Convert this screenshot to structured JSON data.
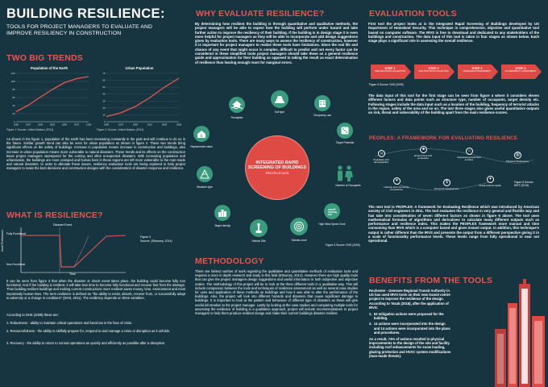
{
  "header": {
    "title": "BUILDING RESILIENCE:",
    "subtitle_line1": "TOOLS FOR PROJECT MANAGERS TO EVALUATE AND",
    "subtitle_line2": "IMPROVE RESILIENCY IN CONSTRUCTION"
  },
  "two_big_trends": {
    "heading": "TWO BIG TRENDS",
    "caption": "Figure 1: Source: United Nations (2014)",
    "caption2": "Figure 2: Source: United Nations (2014)",
    "body": "As shown in the figure 1, population of the earth has been increasing constantly in the past and will continue to do so in the future. Similar growth trend can also be seen for urban population as shown in figure 2. These two trends bring significant effects on the safety of buildings. Increase in population means increase in construction and buildings, also increase in urban population means more vulnerable to natural disasters. These trends and its effects on the construction leave project managers unprepared for the coming and often unexpected disasters. With increasing population and urbanisation, the buildings are more cramped and human lives in these regions are left more vulnerable to the man-made and natural disasters. In order to alleviate these issues, resiliency evaluation tools are being explored to help project managers to make the best decisions and construction designs with the consideration of disaster response and resilience."
  },
  "chart_data": [
    {
      "type": "line",
      "title": "Population of the Earth",
      "x": [
        1950,
        1975,
        2000,
        2025,
        2050,
        2075,
        2100
      ],
      "series": [
        {
          "values": [
            25,
            41,
            61,
            80,
            97,
            107,
            112
          ]
        }
      ],
      "x_ticks": [
        "1950",
        "1975",
        "2000",
        "2025",
        "2050",
        "2075",
        "2100"
      ],
      "y_ticks": [
        "0",
        "20",
        "40",
        "60",
        "80",
        "100",
        "120"
      ],
      "ylim": [
        0,
        120
      ],
      "grid": true,
      "color": "#e8554f"
    },
    {
      "type": "line",
      "title": "Urban Population",
      "x": [
        1950,
        1970,
        1990,
        2010,
        2030,
        2050
      ],
      "series": [
        {
          "values": [
            7.5,
            13,
            22,
            35,
            50,
            63
          ]
        }
      ],
      "x_ticks": [
        "1950",
        "1970",
        "1990",
        "2010",
        "2030",
        "2050"
      ],
      "y_ticks": [
        "0",
        "10",
        "20",
        "30",
        "40",
        "50",
        "60",
        "70"
      ],
      "ylim": [
        0,
        70
      ],
      "grid": true,
      "color": "#e8554f"
    },
    {
      "type": "line",
      "title": "",
      "xlabel": "Time",
      "ylabel": "Asset Performance",
      "annotations": [
        "Disaster Event",
        "Fully Functional",
        "Non-Functional"
      ],
      "caption": "Figure 3 Source: (Ettouney, 2014)"
    }
  ],
  "what_is_resilience": {
    "heading": "WHAT IS RESILIENCE?",
    "disaster_event": "Disaster Event",
    "fully_functional": "Fully Functional",
    "non_functional": "Non-Functional",
    "time": "Time",
    "asset_performance": "Asset Performance",
    "figure_caption_1": "Figure 3",
    "figure_caption_2": "Source: (Ettouney, 2014)",
    "body": "It can be seen from figure 3 that when the disaster or shock event takes place, the building could become fully non functional. And if the building is resilient, it will take less time to become fully functional and recover fast from the damage. Thus building resilient buildings and making current constructions more resilient saves money, time, environment and most importantly human lives. The term resilience is defined as \"the ability to resist, absorb, recover from, or successfully adapt to adversity or a change in conditions\" (DHS, 2011). The resiliency depends on three variables.",
    "according": "According to DHS (2009) these are:",
    "item1": "1. Robustness - ability to maintain critical operations and functions in the face of crisis.",
    "item2": "2. Resourcefulness - the ability to skilfully prepare for, respond to and manage a crisis or disruption as it unfolds.",
    "item3": "3. Recovery - the ability to return to normal operations as quickly and efficiently as possible after a disruption."
  },
  "why_evaluate": {
    "heading": "WHY EVALUATE RESILIENCE?",
    "body": "By determining how resilient the building is through quantitative and qualitative methods, the project managers will be able to expect how the building will perform under hazard and take further action to improve the resiliency of their building. If the building is in design stage it is even more helpful for project managers as they will be able to incorporate and add design suggestions given by evaluation tools. There are many ways to assess the resiliency of construction, however it is important for project managers to realise these tools have limitations. Since the real life and chance of any event that might occur is complex, difficult to predict and not every factor can be considered in these simplified tools project managers should take these as a general resilience guide and approximation for their building as opposed to taking the result as exact determination of resilience thus leaving enough room for marginal errors."
  },
  "irs_diagram": {
    "center_title_1": "INTEGRATED RAPID",
    "center_title_2": "SCREENING OF BUILDINGS",
    "center_subtitle": "PRE-FIELD DATA",
    "caption": "Figure 4 Source: DHS (2009)",
    "icons": [
      {
        "label": "Floodplain",
        "icon": "flood-icon"
      },
      {
        "label": "Soil type",
        "icon": "soil-icon"
      },
      {
        "label": "Occupancy use",
        "icon": "building-use-icon"
      },
      {
        "label": "Replacement value",
        "icon": "replacement-value-icon"
      },
      {
        "label": "Target Potential",
        "icon": "dice-icon"
      },
      {
        "label": "Structure type",
        "icon": "structure-icon"
      },
      {
        "label": "Number of Occupants",
        "icon": "people-icon"
      },
      {
        "label": "Target density",
        "icon": "target-density-icon"
      },
      {
        "label": "High Wind Speed Zone",
        "icon": "wind-icon"
      },
      {
        "label": "Historic Site",
        "icon": "historic-icon"
      },
      {
        "label": "Seismic zone",
        "icon": "seismic-icon"
      }
    ]
  },
  "methodology": {
    "heading": "METHODOLOGY",
    "body": "There are limited number of work regarding the qualitative and quantitative methods of evaluation tools and requires a more in depth research and study in this field (Ettouney, 2014). However there are high quality tools that can give the project managers design suggestions and useful information in both subjective and objective scales. The methodology of this project will be to look at the three different tools in a qualitative way. This will include comparison between the tools and techniques of resilience assessment as well as several case studies for uses and application of these methods on buildings and how it was able to alter the performance of the buildings. Also, the project will look into different hazards and disasters that cause significant damage to buildings. It is important to look at the pattern and behaviour of different type of disasters as these will give useful information to the project manager. Lastly by looking at the case studies and comparing multiple tools for assessing the resilience of building in a qualitative approach, project will include recommendations to project managers to help them produce resilient design and make their current buildings disaster resilient."
  },
  "evaluation_tools": {
    "heading": "EVALUATION TOOLS",
    "body": "First tool the project looks at is the Integrated Rapid Screening of Buildings developed by US Department of Homeland Security. This technique is comprehensive, objective and quantitative tool based on computer software. The IRVS is free to download and dedicated to any stakeholders of the buildings and construction. The data input of this tool is taken in four stages as shown below. Each stage plays a significant role in assessing the overall resilience.",
    "steps": [
      {
        "label": "STEP 1",
        "sub": "PRE-FIELD DATA COLLECTION"
      },
      {
        "label": "STEP 2",
        "sub": "SITE VISIT DATA COLLECTION"
      },
      {
        "label": "STEP 3",
        "sub": "RESILIENCE ASSESSMENT"
      },
      {
        "label": "STEP 4",
        "sub": "VULNERABILITY ASSESSMENT"
      }
    ],
    "caption": "Figure 5 Source: DHS (2009)",
    "body2": "The data input of this tool for the first stage can be seen from figure 4 where it considers eleven different factors and data points such as structure type, number of occupants, target density etc. Following stages include the data input such as a location of the building, frequency of terrorist attacks in the region, safety of the area and so on. The last three stages also gives useful quantitative outputs on risk, threat and vulnerability of the building apart from the main resilience scores."
  },
  "peoples": {
    "heading": "PEOPLES: A FRAMEWORK FOR EVALUATING RESILIENCE",
    "items": [
      {
        "label": "Population and demographics",
        "icon": "population-icon"
      },
      {
        "label": "Environment and ecosystem",
        "icon": "environment-icon"
      },
      {
        "label": "Organised government services",
        "icon": "government-icon"
      },
      {
        "label": "Physical infrastructure",
        "icon": "infrastructure-icon"
      },
      {
        "label": "Lifestyle and community competence",
        "icon": "lifestyle-icon"
      },
      {
        "label": "Economic development",
        "icon": "economic-icon"
      },
      {
        "label": "Social-cultural capital",
        "icon": "social-icon"
      }
    ],
    "caption": "Figure 6 Source: NIST (2016)",
    "body": "The next tool is PEOPLES: A framework for Evaluating Resilience which was introduced by American society of Civil engineers in 2011. The tool evaluates the resilience in very general and flexible way and has take into consideration of seven different factors as shown in figure 6 above. The tool uses mathematical formulas of algorithms and derivatives to calculate many different outputs such as performance and resilience index. This makes the PEOPLES framework more manual and time consuming than IRVS which is a computer based and gives instant output. In addition, this technique's output is rather different than the IRVS and presents the output from a different perspective giving it in a scale of functionality performance levels. These levels range from fully operational to near not operational."
  },
  "benefits": {
    "heading": "BENEFITS FROM THE TOOLS",
    "lines": [
      "Rochester - Genesee Regional Transit Authority in",
      "US has used IRVS tools on their new transit centre",
      "project to improve the resilience of the design.",
      "According to Tezak (2016), after the application of",
      "IRVS:"
    ],
    "point1_lines": [
      "1.  53 mitigation actions were proposed for the",
      "     building."
    ],
    "point2_lines": [
      "2.  14 actions were incorporated into the design",
      "     and 14 actions were incorporated into the plans",
      "     and procedures."
    ],
    "result_lines": [
      "As a result, 74% of actions resulted in physical",
      "improvements to the design of the site and facility",
      "including roof enhancements for snow loading,",
      "glazing protection and HVAC system modifications",
      "(man-made threats)."
    ]
  },
  "colors": {
    "background": "#173540",
    "accent": "#e8554f",
    "icon_green": "#3a9c7c"
  }
}
